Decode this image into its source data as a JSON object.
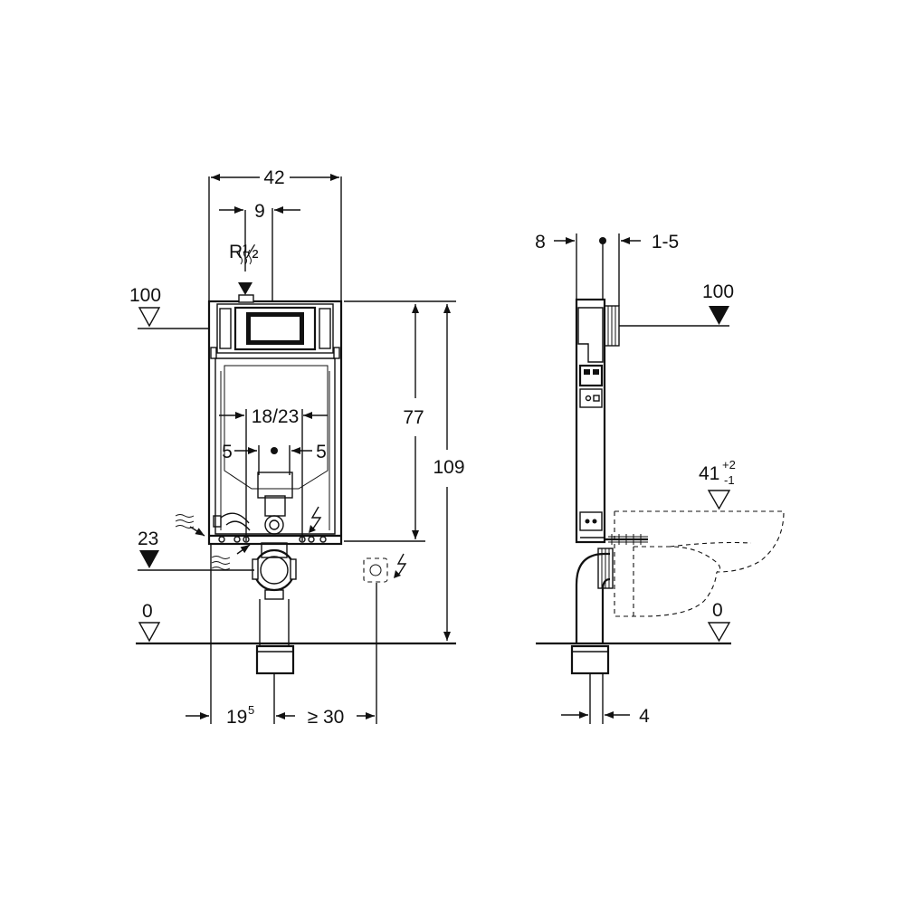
{
  "front_view": {
    "width": "42",
    "inlet_offset": "9",
    "inlet_thread": "R½",
    "level_top": "100",
    "spacing": "18/23",
    "left_offset": "5",
    "right_offset": "5",
    "height_upper": "77",
    "height_total": "109",
    "level_drain": "23",
    "level_floor": "0",
    "bottom_left_base": "19",
    "bottom_left_exp": "5",
    "bottom_right": "≥ 30"
  },
  "side_view": {
    "depth_left": "8",
    "depth_right": "1-5",
    "level_top": "100",
    "bowl_height_base": "41",
    "bowl_height_tol_plus": "+2",
    "bowl_height_tol_minus": "-1",
    "level_floor": "0",
    "pipe_offset": "4"
  }
}
